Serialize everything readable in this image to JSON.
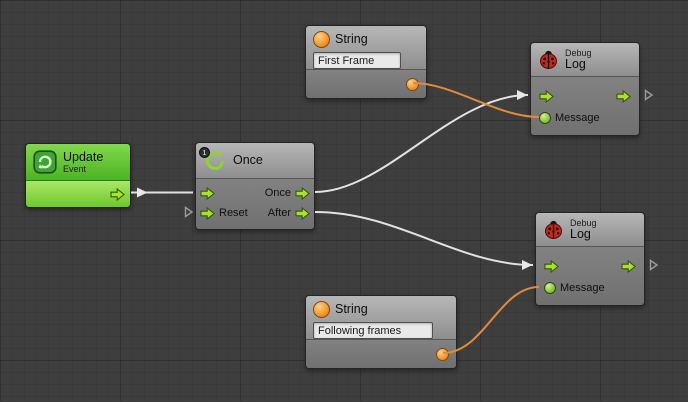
{
  "graph": {
    "background_color": "#3E3E3E"
  },
  "nodes": {
    "update_event": {
      "title": "Update",
      "subtitle": "Event"
    },
    "once": {
      "title": "Once",
      "badge": "1",
      "ports": {
        "once": "Once",
        "reset": "Reset",
        "after": "After"
      }
    },
    "string_top": {
      "title": "String",
      "value": "First Frame"
    },
    "string_bottom": {
      "title": "String",
      "value": "Following frames"
    },
    "debug_log_top": {
      "subtitle": "Debug",
      "title": "Log",
      "message_label": "Message"
    },
    "debug_log_bottom": {
      "subtitle": "Debug",
      "title": "Log",
      "message_label": "Message"
    }
  },
  "colors": {
    "event_header_green": "#64C32F",
    "port_arrow_green": "#A8E32C",
    "value_orange": "#F39A1F",
    "wire_white": "#E2E2E2",
    "wire_orange": "#E08A3C",
    "node_header_gray": "#A9A9A9",
    "node_body_gray": "#7A7A7A"
  }
}
